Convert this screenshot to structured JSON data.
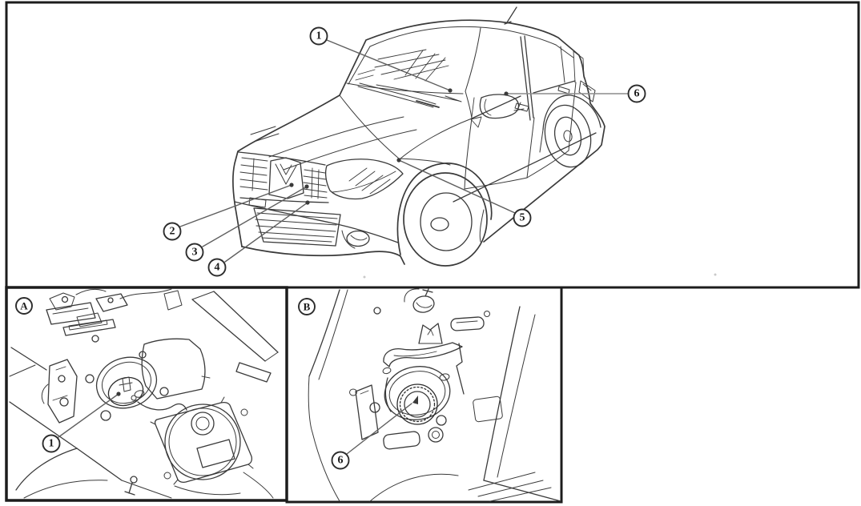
{
  "figure": {
    "background_color": "#ffffff",
    "line_color": "#3a3a3a",
    "border_color": "#1c1c1c",
    "leader_color": "#5f5f5f",
    "main_view": {
      "callouts": [
        {
          "label": "1"
        },
        {
          "label": "2"
        },
        {
          "label": "3"
        },
        {
          "label": "4"
        },
        {
          "label": "5"
        },
        {
          "label": "6"
        }
      ]
    },
    "detail_views": [
      {
        "panel_label": "A",
        "callout_label": "1"
      },
      {
        "panel_label": "B",
        "callout_label": "6"
      }
    ]
  }
}
